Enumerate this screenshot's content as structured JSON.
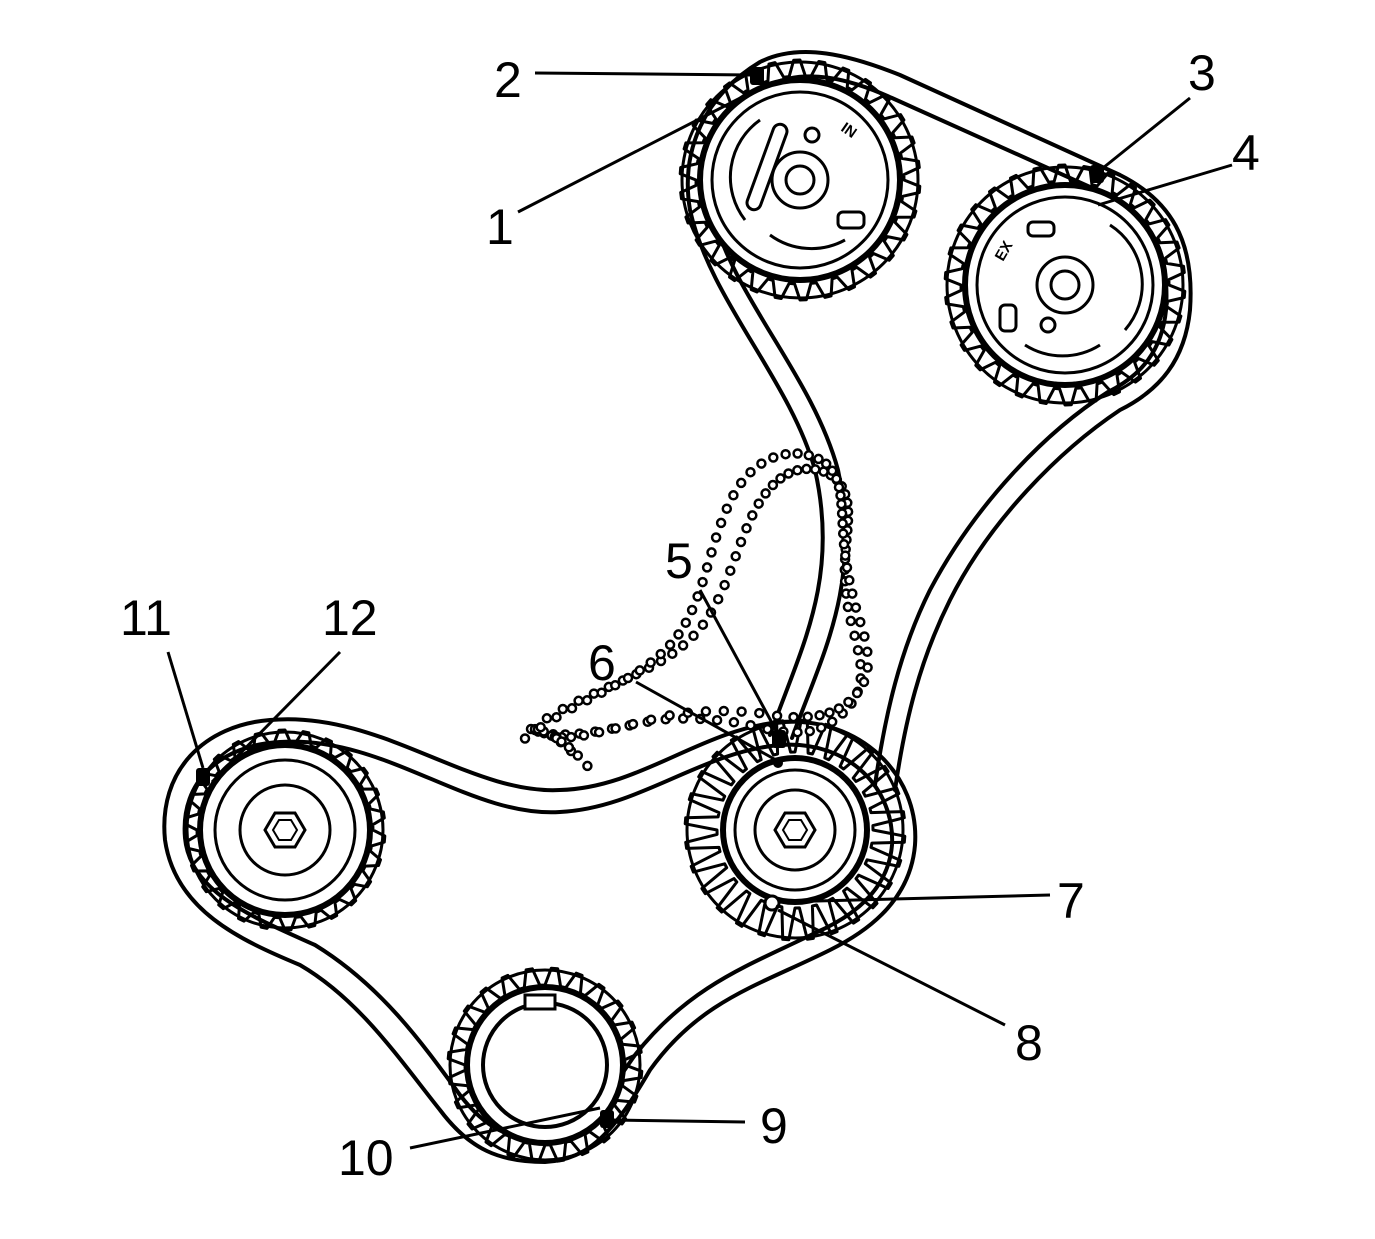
{
  "diagram": {
    "colors": {
      "ink": "#000000",
      "paper": "#ffffff"
    },
    "callouts": [
      {
        "id": "1",
        "label": "1"
      },
      {
        "id": "2",
        "label": "2"
      },
      {
        "id": "3",
        "label": "3"
      },
      {
        "id": "4",
        "label": "4"
      },
      {
        "id": "5",
        "label": "5"
      },
      {
        "id": "6",
        "label": "6"
      },
      {
        "id": "7",
        "label": "7"
      },
      {
        "id": "8",
        "label": "8"
      },
      {
        "id": "9",
        "label": "9"
      },
      {
        "id": "10",
        "label": "10"
      },
      {
        "id": "11",
        "label": "11"
      },
      {
        "id": "12",
        "label": "12"
      }
    ],
    "sprocket_marks": {
      "intake": "IN",
      "exhaust": "EX"
    }
  }
}
